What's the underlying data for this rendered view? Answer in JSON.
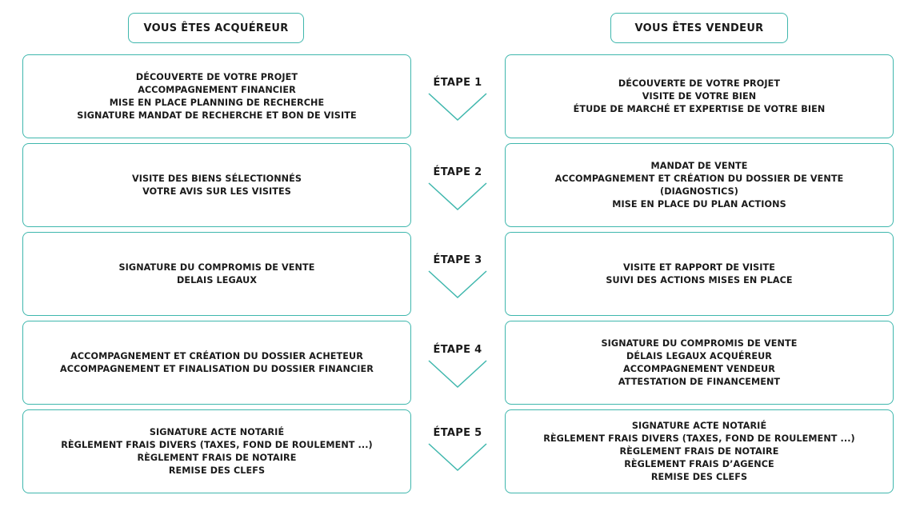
{
  "headers": {
    "buyer": "VOUS ÊTES ACQUÉREUR",
    "seller": "VOUS ÊTES VENDEUR"
  },
  "accent_color": "#3fb7ad",
  "steps": [
    {
      "label": "ÉTAPE 1",
      "buyer": [
        "DÉCOUVERTE DE VOTRE PROJET",
        "ACCOMPAGNEMENT FINANCIER",
        "MISE EN PLACE PLANNING DE RECHERCHE",
        "SIGNATURE MANDAT DE RECHERCHE ET BON DE VISITE"
      ],
      "seller": [
        "DÉCOUVERTE DE VOTRE PROJET",
        "VISITE DE VOTRE BIEN",
        "ÉTUDE DE MARCHÉ ET EXPERTISE DE VOTRE BIEN"
      ]
    },
    {
      "label": "ÉTAPE 2",
      "buyer": [
        "VISITE DES BIENS SÉLECTIONNÉS",
        "VOTRE AVIS SUR LES VISITES"
      ],
      "seller": [
        "MANDAT DE VENTE",
        "ACCOMPAGNEMENT ET CRÉATION DU DOSSIER DE VENTE",
        "(DIAGNOSTICS)",
        "MISE EN PLACE DU PLAN ACTIONS"
      ]
    },
    {
      "label": "ÉTAPE 3",
      "buyer": [
        "SIGNATURE DU COMPROMIS DE VENTE",
        "DELAIS LEGAUX"
      ],
      "seller": [
        "VISITE ET RAPPORT DE VISITE",
        "SUIVI DES ACTIONS MISES EN PLACE"
      ]
    },
    {
      "label": "ÉTAPE 4",
      "buyer": [
        "ACCOMPAGNEMENT ET CRÉATION DU DOSSIER ACHETEUR",
        "ACCOMPAGNEMENT ET FINALISATION DU DOSSIER FINANCIER"
      ],
      "seller": [
        "SIGNATURE DU COMPROMIS DE VENTE",
        "DÉLAIS LEGAUX ACQUÉREUR",
        "ACCOMPAGNEMENT VENDEUR",
        "ATTESTATION DE FINANCEMENT"
      ]
    },
    {
      "label": "ÉTAPE 5",
      "buyer": [
        "SIGNATURE ACTE NOTARIÉ",
        "RÈGLEMENT FRAIS DIVERS (TAXES, FOND DE ROULEMENT ...)",
        "RÈGLEMENT FRAIS DE NOTAIRE",
        "REMISE DES CLEFS"
      ],
      "seller": [
        "SIGNATURE ACTE NOTARIÉ",
        "RÈGLEMENT FRAIS DIVERS (TAXES, FOND DE ROULEMENT ...)",
        "RÈGLEMENT FRAIS DE NOTAIRE",
        "RÈGLEMENT FRAIS D’AGENCE",
        "REMISE DES CLEFS"
      ]
    }
  ]
}
